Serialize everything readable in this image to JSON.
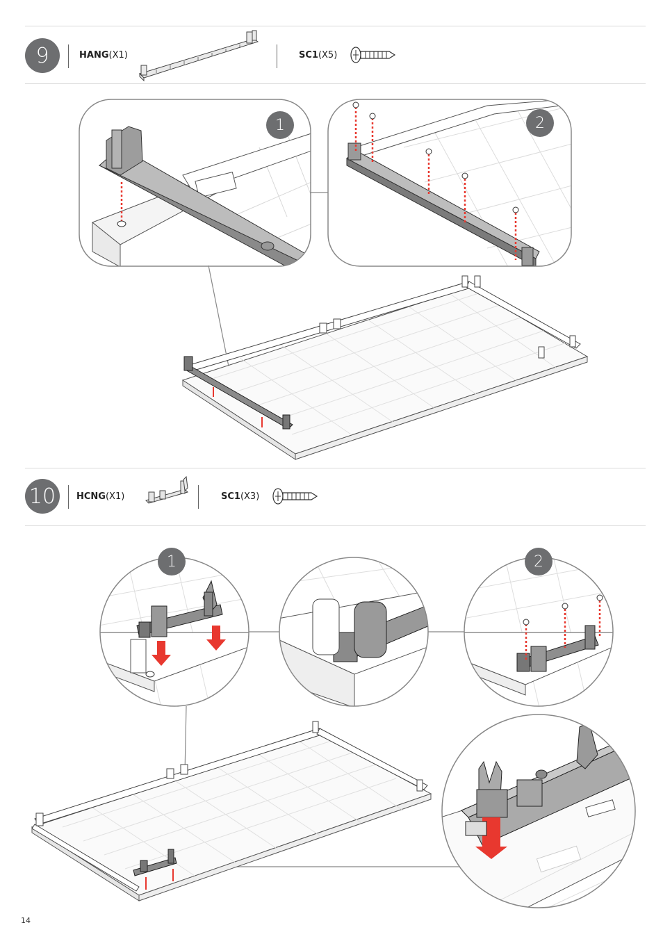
{
  "page_number": "14",
  "colors": {
    "accent_red": "#e8382f",
    "circle_grey": "#6d6e70",
    "outline_grey": "#888888"
  },
  "steps": [
    {
      "number": "9",
      "parts": [
        {
          "code": "HANG",
          "qty": "(X1)",
          "icon": "hanger-bar-icon"
        },
        {
          "code": "SC1",
          "qty": "(X5)",
          "icon": "screw-icon"
        }
      ],
      "substeps": [
        "1",
        "2"
      ]
    },
    {
      "number": "10",
      "parts": [
        {
          "code": "HCNG",
          "qty": "(X1)",
          "icon": "hook-bracket-icon"
        },
        {
          "code": "SC1",
          "qty": "(X3)",
          "icon": "screw-icon"
        }
      ],
      "substeps": [
        "1",
        "2"
      ]
    }
  ]
}
